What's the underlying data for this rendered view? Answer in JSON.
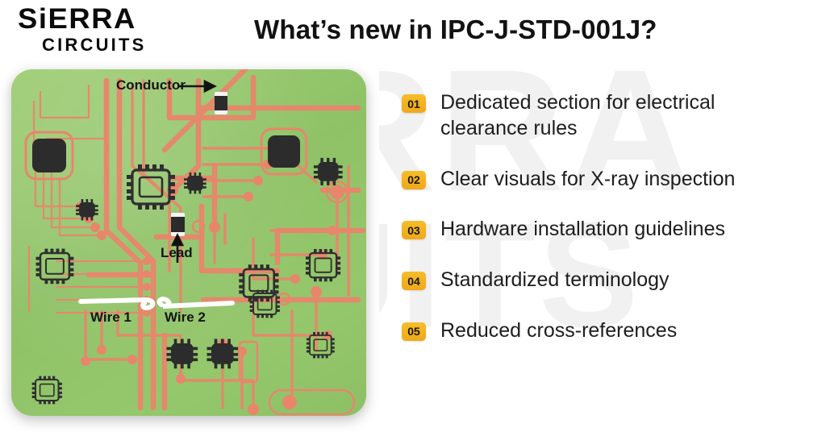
{
  "brand": {
    "logo_primary": "SiERRA",
    "logo_secondary": "CIRCUITS",
    "watermark_line1": "RRA",
    "watermark_line2": "UITS"
  },
  "header": {
    "title": "What’s new in IPC-J-STD-001J?"
  },
  "pcb": {
    "alt": "printed circuit board illustration",
    "board_color": "#93c66b",
    "trace_color": "#e8846a",
    "component_color": "#2e2e2e",
    "annotations": [
      {
        "id": "conductor",
        "label": "Conductor",
        "arrow": "right"
      },
      {
        "id": "lead",
        "label": "Lead",
        "arrow": "up"
      },
      {
        "id": "wire1",
        "label": "Wire 1",
        "arrow": "none"
      },
      {
        "id": "wire2",
        "label": "Wire 2",
        "arrow": "none"
      }
    ]
  },
  "features": {
    "accent_color": "#f2b21e",
    "items": [
      {
        "number": "01",
        "text": "Dedicated section for electrical clearance rules"
      },
      {
        "number": "02",
        "text": "Clear visuals for X-ray inspection"
      },
      {
        "number": "03",
        "text": "Hardware installation guidelines"
      },
      {
        "number": "04",
        "text": "Standardized terminology"
      },
      {
        "number": "05",
        "text": "Reduced cross-references"
      }
    ]
  }
}
